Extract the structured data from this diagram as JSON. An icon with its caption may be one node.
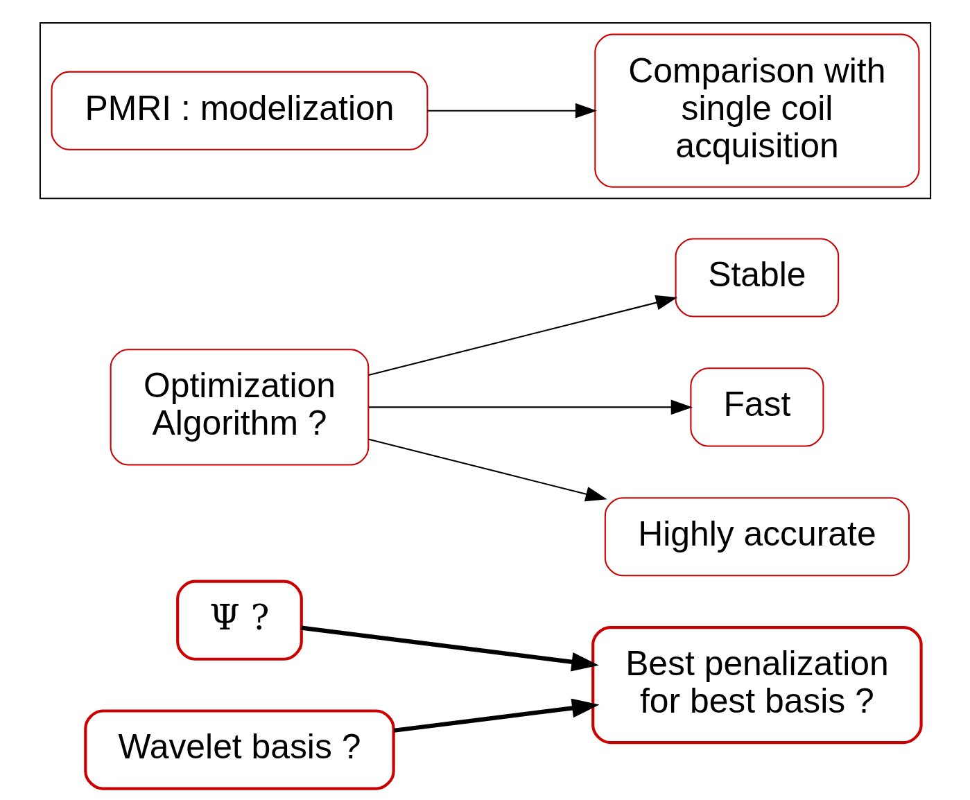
{
  "diagram": {
    "nodes": [
      {
        "text": [
          "Ψ ?"
        ]
      },
      {
        "text": [
          "Wavelet basis ?"
        ]
      },
      {
        "text": [
          "Best penalization for best basis ?"
        ]
      },
      {
        "text": [
          "Optimization Algorithm ?"
        ]
      },
      {
        "text": [
          "Stable"
        ]
      },
      {
        "text": [
          "Fast"
        ]
      },
      {
        "text": [
          "Highly accurate"
        ]
      },
      {
        "text": [],
        "shape": "box"
      },
      {
        "text": [
          "PMRI : modelization"
        ],
        "in": 7
      },
      {
        "text": [
          "Comparison with single coil acquisition"
        ],
        "in": 7
      }
    ],
    "edges": [
      {
        "from": 0,
        "to": 2,
        "arrow": "to",
        "style": "thick"
      },
      {
        "from": 1,
        "to": 2,
        "arrow": "to",
        "style": "thick"
      },
      {
        "from": 3,
        "to": 4,
        "arrow": "to"
      },
      {
        "from": 3,
        "to": 5,
        "arrow": "to"
      },
      {
        "from": 3,
        "to": 6,
        "arrow": "to"
      },
      {
        "from": 8,
        "to": 9,
        "arrow": "to"
      }
    ]
  }
}
